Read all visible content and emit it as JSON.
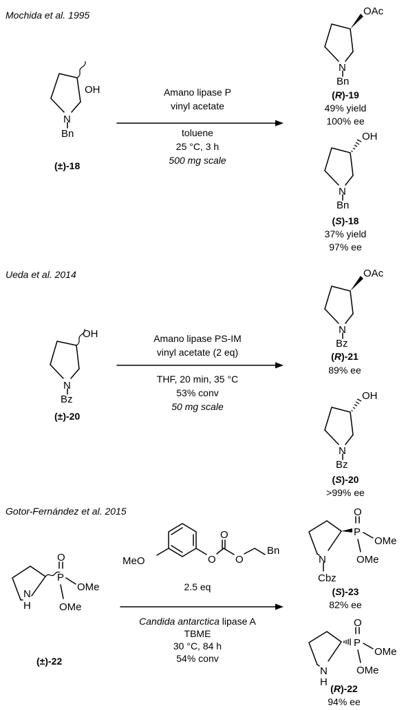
{
  "colors": {
    "ink": "#000000",
    "background": "#ffffff"
  },
  "sections": [
    {
      "citation": "Mochida et al. 1995",
      "substrate": {
        "oh": "OH",
        "n": "N",
        "sub": "Bn",
        "label": "(±)-18"
      },
      "conditions": [
        "Amano lipase P",
        "vinyl acetate",
        "toluene",
        "25 °C, 3 h",
        "500 mg scale"
      ],
      "product1": {
        "group": "OAc",
        "n": "N",
        "sub": "Bn",
        "config": "R",
        "num": "-19",
        "lines": [
          "49% yield",
          "100% ee"
        ]
      },
      "product2": {
        "group": "OH",
        "n": "N",
        "sub": "Bn",
        "config": "S",
        "num": "-18",
        "lines": [
          "37% yield",
          "97% ee"
        ]
      }
    },
    {
      "citation": "Ueda et al. 2014",
      "substrate": {
        "oh": "OH",
        "n": "N",
        "sub": "Bz",
        "label": "(±)-20"
      },
      "conditions": [
        "Amano lipase PS-IM",
        "vinyl acetate (2 eq)",
        "THF, 20 min, 35 °C",
        "53% conv",
        "50 mg scale"
      ],
      "product1": {
        "group": "OAc",
        "n": "N",
        "sub": "Bz",
        "config": "R",
        "num": "-21",
        "lines": [
          "89% ee"
        ]
      },
      "product2": {
        "group": "OH",
        "n": "N",
        "sub": "Bz",
        "config": "S",
        "num": "-20",
        "lines": [
          ">99% ee"
        ]
      }
    },
    {
      "citation": "Gotor-Fernández et al. 2015",
      "substrate": {
        "nh": "N",
        "h": "H",
        "p": "P",
        "o": "O",
        "ome1": "OMe",
        "ome2": "OMe",
        "label": "(±)-22"
      },
      "reagent": {
        "meo": "MeO",
        "o1": "O",
        "o2": "O",
        "o3": "O",
        "bn": "Bn",
        "eq": "2.5 eq"
      },
      "conditions": {
        "enzyme_italic": "Candida antarctica",
        "enzyme_rest": " lipase A",
        "lines": [
          "TBME",
          "30 °C, 84 h",
          "54% conv"
        ]
      },
      "product1": {
        "n": "N",
        "sub": "Cbz",
        "p": "P",
        "o": "O",
        "ome1": "OMe",
        "ome2": "OMe",
        "config": "S",
        "num": "-23",
        "lines": [
          "82% ee"
        ]
      },
      "product2": {
        "n": "N",
        "h": "H",
        "p": "P",
        "o": "O",
        "ome1": "OMe",
        "ome2": "OMe",
        "config": "R",
        "num": "-22",
        "lines": [
          "94% ee"
        ]
      }
    }
  ]
}
